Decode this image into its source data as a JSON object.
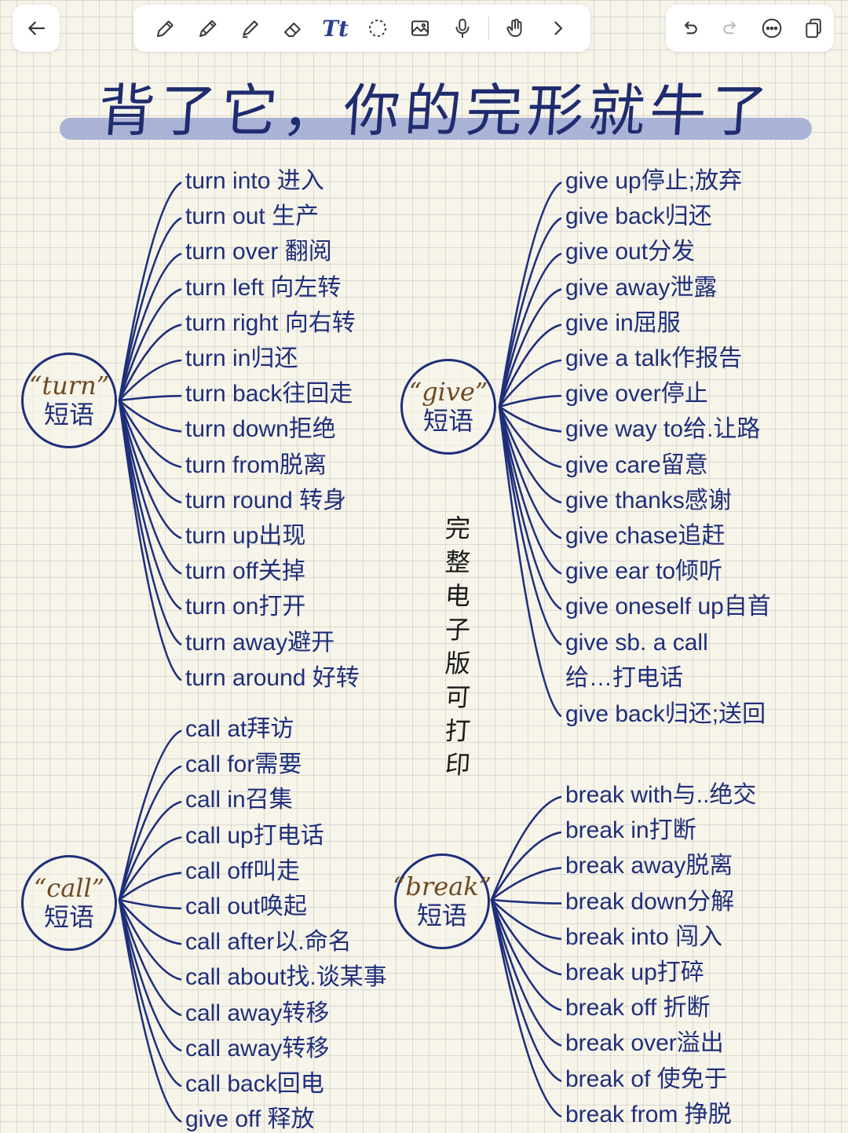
{
  "toolbar": {
    "back_icon": "arrow-left-icon",
    "tools": [
      {
        "name": "pen-tool",
        "icon": "pen-icon"
      },
      {
        "name": "pencil-tool",
        "icon": "pencil-icon"
      },
      {
        "name": "highlighter-tool",
        "icon": "highlighter-icon"
      },
      {
        "name": "eraser-tool",
        "icon": "eraser-icon"
      },
      {
        "name": "text-tool",
        "icon": "text-icon",
        "label": "Tt"
      },
      {
        "name": "lasso-tool",
        "icon": "lasso-icon"
      },
      {
        "name": "image-tool",
        "icon": "image-icon"
      },
      {
        "name": "microphone-tool",
        "icon": "microphone-icon"
      },
      {
        "name": "hand-tool",
        "icon": "hand-pointer-icon"
      },
      {
        "name": "more-tools",
        "icon": "chevron-right-icon"
      }
    ],
    "right_tools": [
      {
        "name": "undo",
        "icon": "undo-icon"
      },
      {
        "name": "redo",
        "icon": "redo-icon"
      },
      {
        "name": "more-options",
        "icon": "ellipsis-icon"
      },
      {
        "name": "pages",
        "icon": "pages-icon"
      }
    ],
    "accent": "#2b3d8f"
  },
  "title": "背了它，你的完形就牛了",
  "vertical_note": [
    "完",
    "整",
    "电",
    "子",
    "版",
    "可",
    "打",
    "印"
  ],
  "colors": {
    "ink": "#1f2f7a",
    "node_term": "#6e4a22",
    "highlight": "#aab2d6",
    "paper": "#f7f4ea"
  },
  "groups": [
    {
      "id": "turn",
      "term": "“turn”",
      "sub": "短语",
      "phrases": [
        "turn into 进入",
        "turn out 生产",
        "turn over 翻阅",
        "turn left 向左转",
        "turn right 向右转",
        "turn in归还",
        "turn back往回走",
        "turn down拒绝",
        "turn from脱离",
        "turn round 转身",
        "turn up出现",
        "turn off关掉",
        "turn on打开",
        "turn away避开",
        "turn around 好转"
      ]
    },
    {
      "id": "give",
      "term": "“give”",
      "sub": "短语",
      "phrases": [
        "give up停止;放弃",
        "give back归还",
        "give out分发",
        "give away泄露",
        "give in屈服",
        "give a talk作报告",
        "give over停止",
        "give way to给.让路",
        "give care留意",
        "give thanks感谢",
        "give chase追赶",
        "give ear to倾听",
        "give oneself up自首",
        "give sb. a call",
        "给…打电话",
        "give back归还;送回"
      ]
    },
    {
      "id": "call",
      "term": "“call”",
      "sub": "短语",
      "phrases": [
        "call at拜访",
        "call for需要",
        "call in召集",
        "call up打电话",
        "call off叫走",
        "call out唤起",
        "call after以.命名",
        "call about找.谈某事",
        "call away转移",
        "call away转移",
        "call back回电",
        "give off 释放"
      ]
    },
    {
      "id": "break",
      "term": "“break”",
      "sub": "短语",
      "phrases": [
        "break with与..绝交",
        "break in打断",
        "break away脱离",
        "break down分解",
        "break into 闯入",
        "break up打碎",
        "break off 折断",
        "break over溢出",
        "break of 使免于",
        "break from 挣脱"
      ]
    }
  ]
}
